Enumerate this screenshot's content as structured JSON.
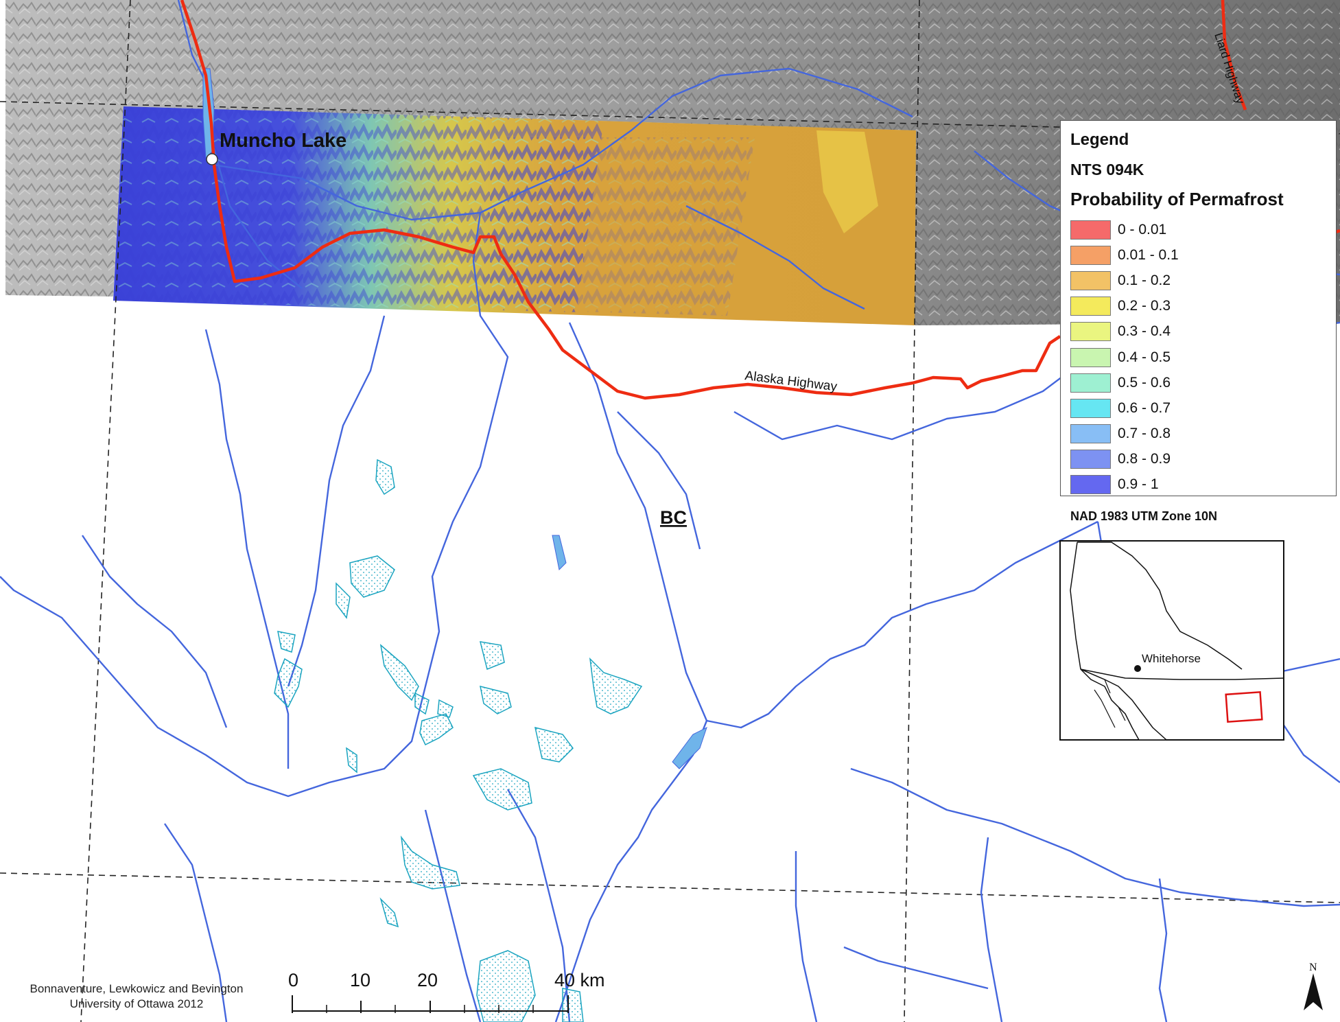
{
  "legend": {
    "title": "Legend",
    "sheet": "NTS 094K",
    "subtitle": "Probability of Permafrost",
    "classes": [
      {
        "label": "0 - 0.01",
        "color": "#f56a6a"
      },
      {
        "label": "0.01 - 0.1",
        "color": "#f5a066"
      },
      {
        "label": "0.1 - 0.2",
        "color": "#f2c266"
      },
      {
        "label": "0.2 - 0.3",
        "color": "#f4ea5c"
      },
      {
        "label": "0.3 - 0.4",
        "color": "#eaf580"
      },
      {
        "label": "0.4 - 0.5",
        "color": "#c9f5b0"
      },
      {
        "label": "0.5 - 0.6",
        "color": "#9ef0d2"
      },
      {
        "label": "0.6 - 0.7",
        "color": "#66e6f2"
      },
      {
        "label": "0.7 - 0.8",
        "color": "#88bef5"
      },
      {
        "label": "0.8 - 0.9",
        "color": "#7d92f2"
      },
      {
        "label": "0.9 - 1",
        "color": "#6468f0"
      }
    ]
  },
  "projection": "NAD 1983 UTM Zone 10N",
  "labels": {
    "lake": "Muncho Lake",
    "province": "BC",
    "alaska_highway": "Alaska Highway",
    "liard_highway": "Liard Highway",
    "inset_city": "Whitehorse",
    "north": "N"
  },
  "scalebar": {
    "ticks": [
      "0",
      "10",
      "20",
      "40 km"
    ],
    "max_km": 40
  },
  "credit": {
    "line1": "Bonnaventure, Lewkowicz and Bevington",
    "line2": "University of Ottawa 2012"
  },
  "colors": {
    "road": "#ee2c12",
    "river": "#4466dd",
    "glacier": "#27b8d0",
    "hillshade": "#8c8c8c",
    "mountain_permafrost": "#3b42d8",
    "lowland_permafrost": "#d8a23c"
  }
}
